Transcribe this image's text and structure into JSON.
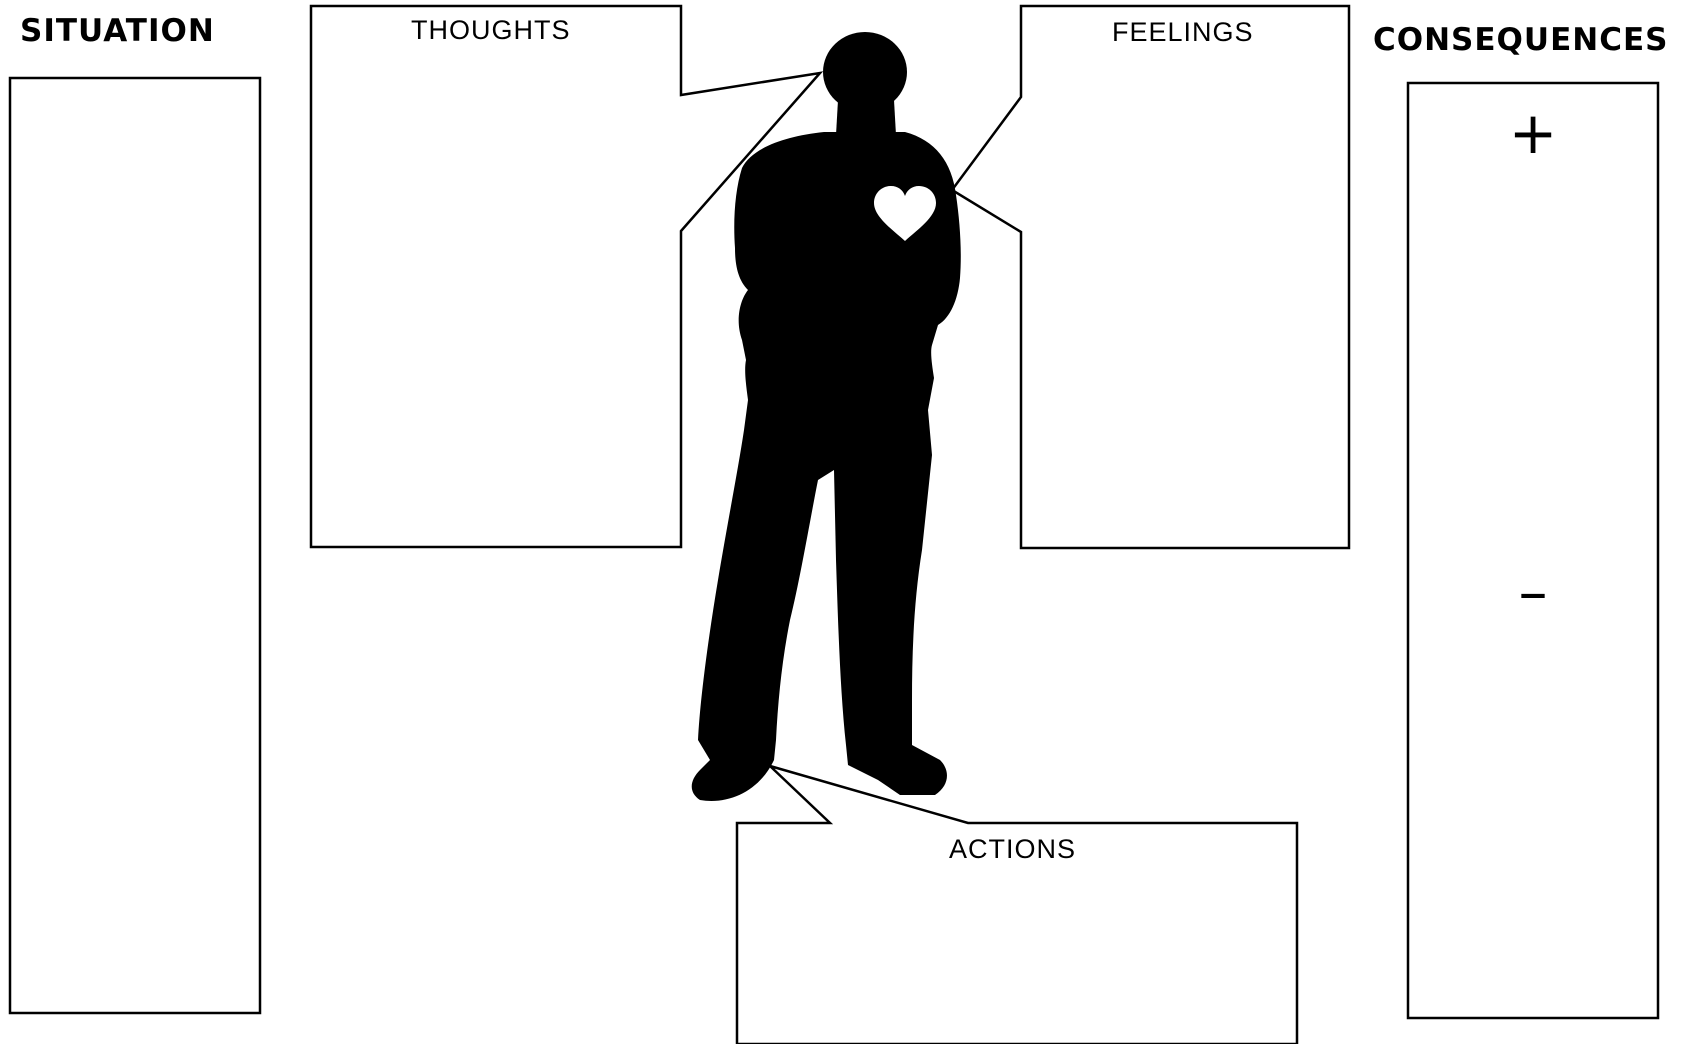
{
  "worksheet": {
    "situation": {
      "label": "SITUATION"
    },
    "thoughts": {
      "label": "THOUGHTS"
    },
    "feelings": {
      "label": "FEELINGS"
    },
    "actions": {
      "label": "ACTIONS"
    },
    "consequences": {
      "label": "CONSEQUENCES",
      "positive_sign": "+",
      "negative_sign": "–"
    }
  },
  "colors": {
    "ink": "#000000",
    "paper": "#ffffff"
  },
  "icons": {
    "figure": "person-silhouette-icon",
    "heart": "heart-icon"
  }
}
